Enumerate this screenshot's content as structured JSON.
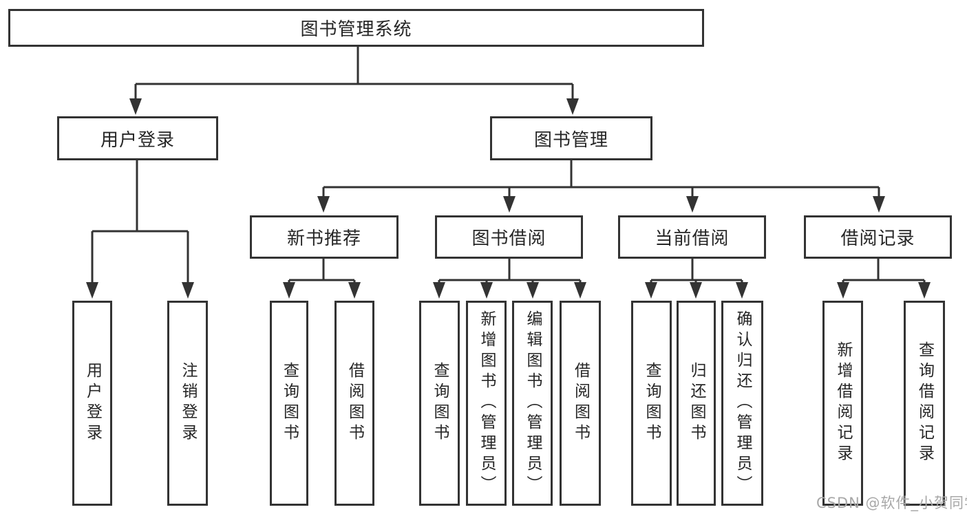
{
  "diagram_title": "图书管理系统",
  "tree": {
    "label": "图书管理系统",
    "children": [
      {
        "label": "用户登录",
        "children": [
          {
            "label": "用户登录"
          },
          {
            "label": "注销登录"
          }
        ]
      },
      {
        "label": "图书管理",
        "children": [
          {
            "label": "新书推荐",
            "children": [
              {
                "label": "查询图书"
              },
              {
                "label": "借阅图书"
              }
            ]
          },
          {
            "label": "图书借阅",
            "children": [
              {
                "label": "查询图书"
              },
              {
                "label": "新增图书（管理员）"
              },
              {
                "label": "编辑图书（管理员）"
              },
              {
                "label": "借阅图书"
              }
            ]
          },
          {
            "label": "当前借阅",
            "children": [
              {
                "label": "查询图书"
              },
              {
                "label": "归还图书"
              },
              {
                "label": "确认归还（管理员）"
              }
            ]
          },
          {
            "label": "借阅记录",
            "children": [
              {
                "label": "新增借阅记录"
              },
              {
                "label": "查询借阅记录"
              }
            ]
          }
        ]
      }
    ]
  },
  "watermark": {
    "text": "CSDN @软件_小贺同学"
  },
  "colors": {
    "line": "#333333",
    "text": "#262626",
    "box_background": "#ffffff",
    "page_background": "#ffffff",
    "watermark": "#a8a8a8"
  }
}
